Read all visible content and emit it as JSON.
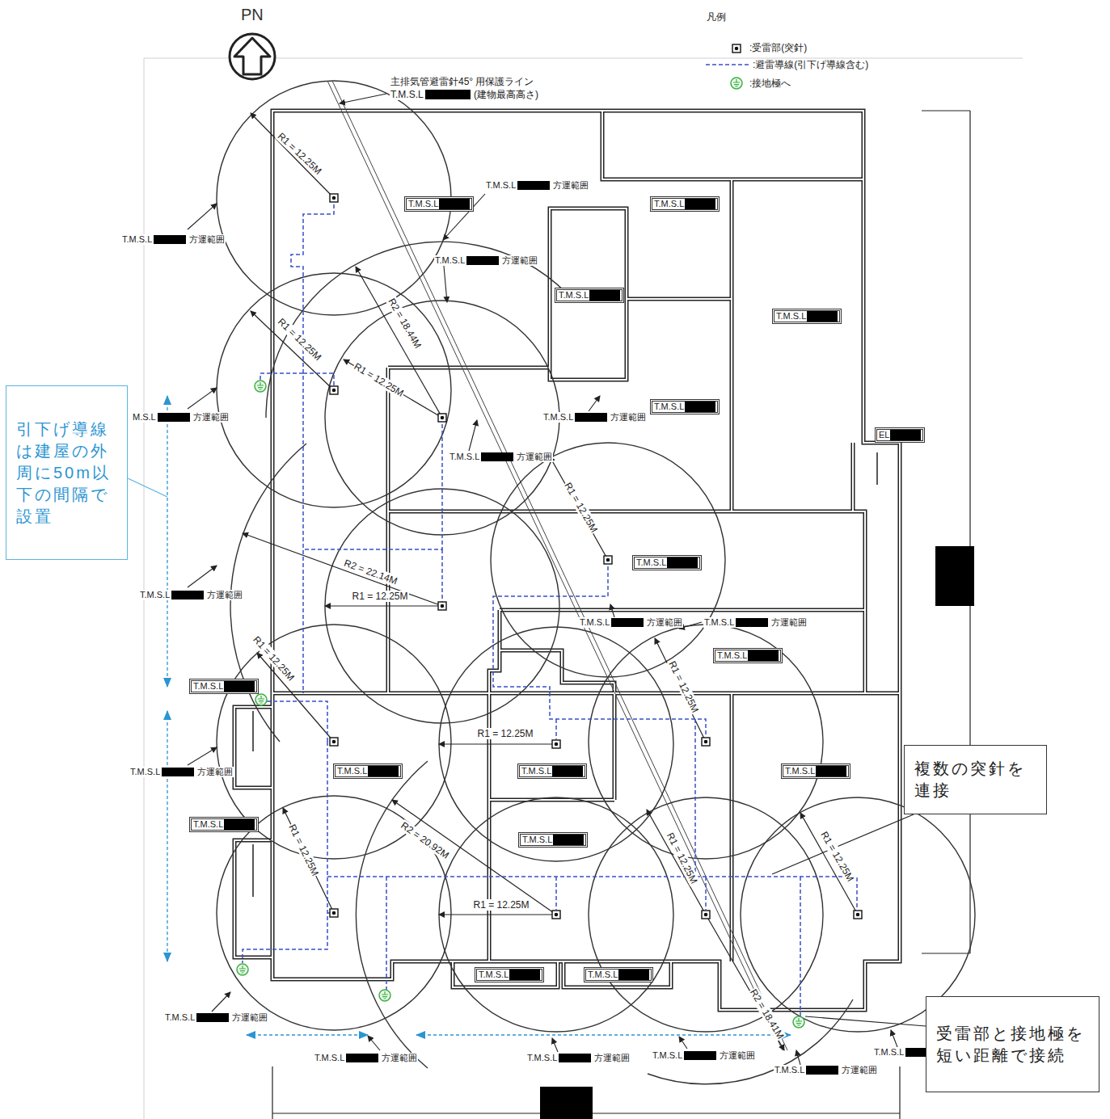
{
  "diagram": {
    "nodes": [
      {
        "text": [
          "引下げ導線は建屋の外周に50m以下の間隔で設置"
        ]
      },
      {
        "text": [
          "T.M.S.L"
        ]
      },
      {
        "text": [
          "T.M.S.L"
        ]
      },
      {
        "text": [
          "T.M.S.L"
        ]
      },
      {
        "text": [
          "T.M.S.L"
        ]
      },
      {
        "text": [
          "T.M.S.L"
        ]
      },
      {
        "text": [
          "T.M.S.L"
        ]
      },
      {
        "text": [
          "T.M.S.L"
        ]
      },
      {
        "text": [
          "T.M.S.L"
        ]
      },
      {
        "text": [
          "T.M.S.L"
        ]
      },
      {
        "text": [
          "T.M.S.L"
        ]
      },
      {
        "text": [
          "T.M.S.L"
        ]
      },
      {
        "text": [
          "T.M.S.L"
        ]
      },
      {
        "text": [
          "T.M.S.L"
        ]
      },
      {
        "text": [
          "T.M.S.L"
        ]
      },
      {
        "text": [
          "T.M.S.L"
        ]
      },
      {
        "text": [
          "EL"
        ]
      },
      {
        "text": [
          "複数の突針を連接"
        ]
      },
      {
        "text": [
          "受雷部と接地極を短い距離で接続"
        ]
      }
    ],
    "labels": [
      "PN",
      "凡例",
      "主排気管避雷針45° 用保護ライン",
      "T.M.S.L",
      "(建物最高高さ)",
      "T.M.S.L",
      "方運範囲",
      "T.M.S.L",
      "方運範囲",
      "T.M.S.L",
      "方運範囲",
      "M.S.L",
      "方運範囲",
      "T.M.S.L",
      "方運範囲",
      "T.M.S.L",
      "方運範囲",
      "T.M.S.L",
      "方運範囲",
      "T.M.S.L",
      "方運範囲",
      "T.M.S.L",
      "方運範囲",
      "T.M.S.L",
      "方運範囲",
      "T.M.S.L",
      "方運範囲",
      "T.M.S.L",
      "方運範囲",
      "T.M.S.L",
      "方運範囲",
      "T.M.S.L",
      "方運範囲",
      "T.M.S.L",
      "方運範囲",
      "T.M.S.L",
      "R1 = 12.25M",
      "R1 = 12.25M",
      "R1 = 12.25M",
      "R2 = 18.44M",
      "R1 = 12.25M",
      "R2 = 22.14M",
      "R1 = 12.25M",
      "R1 = 12.25M",
      "R1 = 12.25M",
      "R1 = 12.25M",
      "R1 = 12.25M",
      "R2 = 20.92M",
      "R1 = 12.25M",
      "R1 = 12.25M",
      "R1 = 12.25M",
      "R2 = 18.41M"
    ],
    "legend": [
      {
        "text": ":受雷部(突針)"
      },
      {
        "text": ":避雷導線(引下げ導線含む)"
      },
      {
        "text": ":接地極へ"
      }
    ]
  }
}
